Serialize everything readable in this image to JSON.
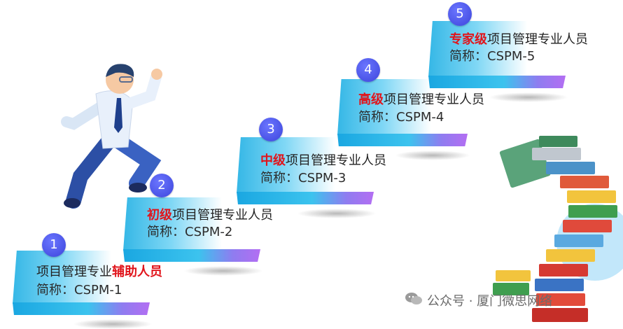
{
  "steps": [
    {
      "number": "1",
      "title_plain": "项目管理专业",
      "title_highlight": "辅助人员",
      "abbr": "简称：CSPM-1"
    },
    {
      "number": "2",
      "title_highlight": "初级",
      "title_plain": "项目管理专业人员",
      "abbr": "简称：CSPM-2"
    },
    {
      "number": "3",
      "title_highlight": "中级",
      "title_plain": "项目管理专业人员",
      "abbr": "简称：CSPM-3"
    },
    {
      "number": "4",
      "title_highlight": "高级",
      "title_plain": "项目管理专业人员",
      "abbr": "简称：CSPM-4"
    },
    {
      "number": "5",
      "title_highlight": "专家级",
      "title_plain": "项目管理专业人员",
      "abbr": "简称：CSPM-5"
    }
  ],
  "watermark": {
    "text": "公众号 · 厦门微思网络",
    "icon": "wechat-icon"
  },
  "colors": {
    "highlight": "#e1141b",
    "badge": "#4a53e6",
    "step_start": "#35b7e6",
    "strip_end": "#b36ef2"
  }
}
